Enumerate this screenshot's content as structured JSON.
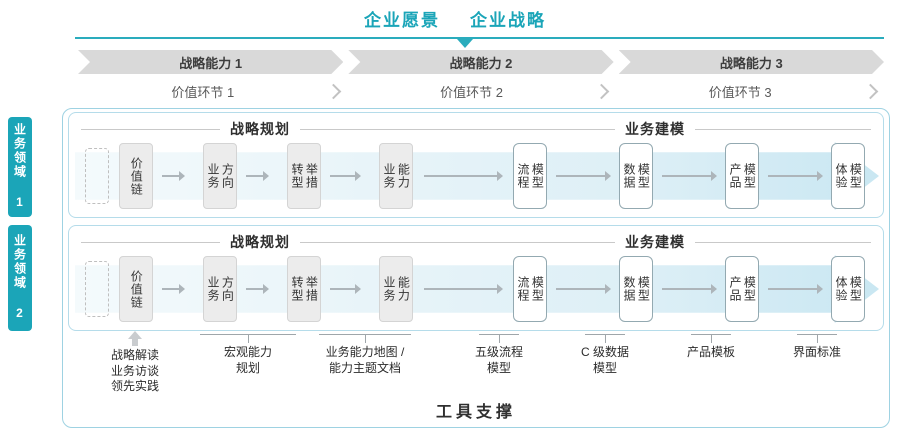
{
  "header": {
    "vision": "企业愿景",
    "strategy": "企业战略"
  },
  "capabilities": [
    "战略能力 1",
    "战略能力 2",
    "战略能力 3"
  ],
  "value_links": [
    "价值环节 1",
    "价值环节 2",
    "价值环节 3"
  ],
  "domains": [
    {
      "label": "业务领域 1"
    },
    {
      "label": "业务领域 2"
    }
  ],
  "sections": {
    "planning": "战略规划",
    "modeling": "业务建模"
  },
  "stages": [
    "价值链",
    "业务\n方向",
    "转型\n举措",
    "业务\n能力"
  ],
  "models": [
    "流程\n模型",
    "数据\n模型",
    "产品\n模型",
    "体验\n模型"
  ],
  "annotations": [
    {
      "text": "战略解读\n业务访谈\n领先实践"
    },
    {
      "text": "宏观能力\n规划"
    },
    {
      "text": "业务能力地图 /\n能力主题文档"
    },
    {
      "text": "五级流程\n模型"
    },
    {
      "text": "C 级数据\n模型"
    },
    {
      "text": "产品模板"
    },
    {
      "text": "界面标准"
    }
  ],
  "footer": {
    "tools": "工具支撑"
  },
  "colors": {
    "accent_teal": "#1BA5B8",
    "band_gray": "#D9D9D9",
    "flow_arrow_fill": "#C9E7F2",
    "frame_border": "#9ED2E2",
    "box_gray_fill": "#ECECEC",
    "text_dark": "#2F2F2F"
  }
}
